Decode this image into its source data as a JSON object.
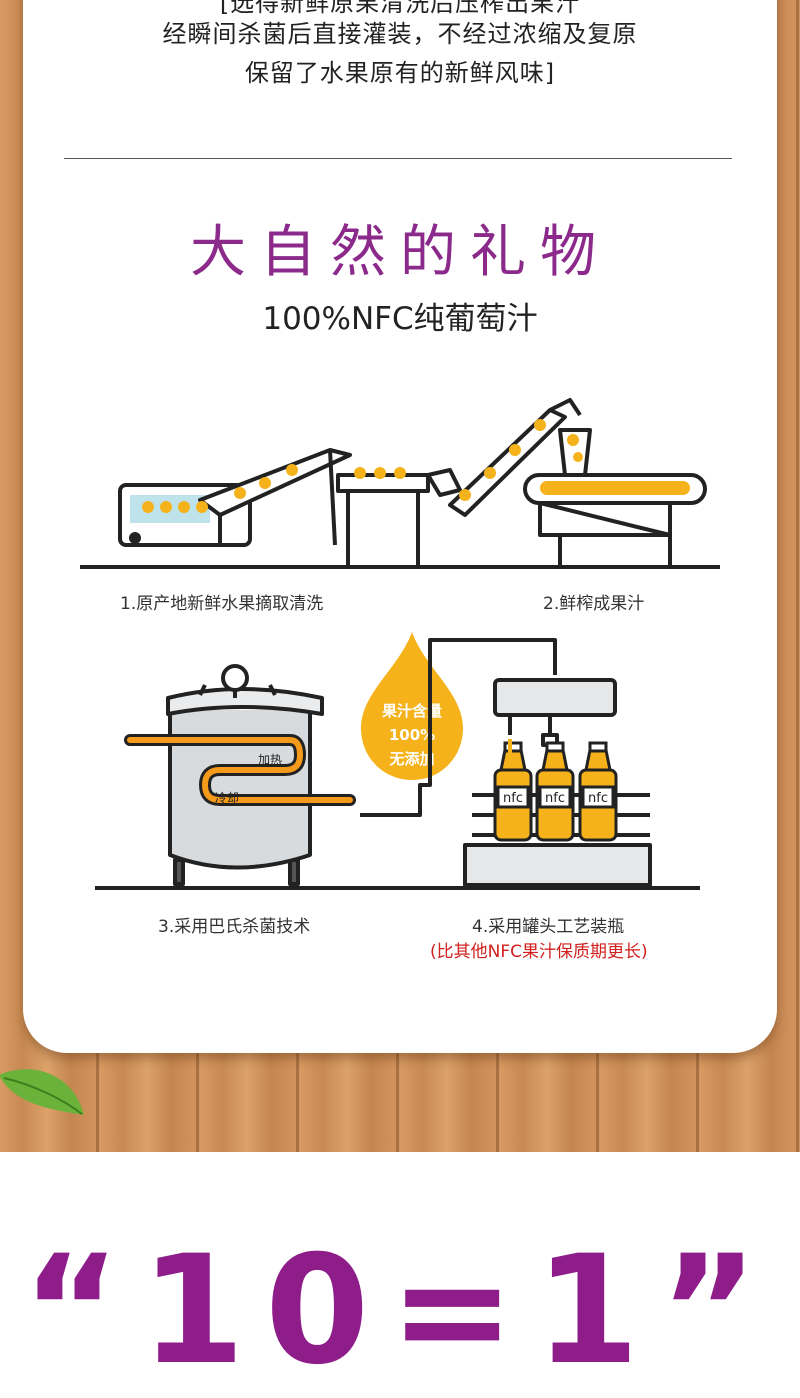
{
  "intro": {
    "line0": "[选得新鲜原果清洗后压榨出果汁",
    "line1": "经瞬间杀菌后直接灌装，不经过浓缩及复原",
    "line2": "保留了水果原有的新鲜风味]"
  },
  "heading": {
    "title": "大自然的礼物",
    "subtitle": "100%NFC纯葡萄汁"
  },
  "steps": [
    {
      "label": "1.原产地新鲜水果摘取清洗"
    },
    {
      "label": "2.鲜榨成果汁"
    },
    {
      "label": "3.采用巴氏杀菌技术"
    },
    {
      "label": "4.采用罐头工艺装瓶"
    }
  ],
  "step4_note": "(比其他NFC果汁保质期更长)",
  "drop_badge": {
    "line1": "果汁含量",
    "line2": "100%",
    "line3": "无添加"
  },
  "tank_labels": {
    "heat": "加热",
    "cool": "冷却"
  },
  "bottle_label": "nfc",
  "banner": {
    "text": "“10=1”"
  },
  "colors": {
    "title": "#8c2a8c",
    "juice": "#f5b21b",
    "note": "#d0201e",
    "banner": "#8e1d8a"
  }
}
